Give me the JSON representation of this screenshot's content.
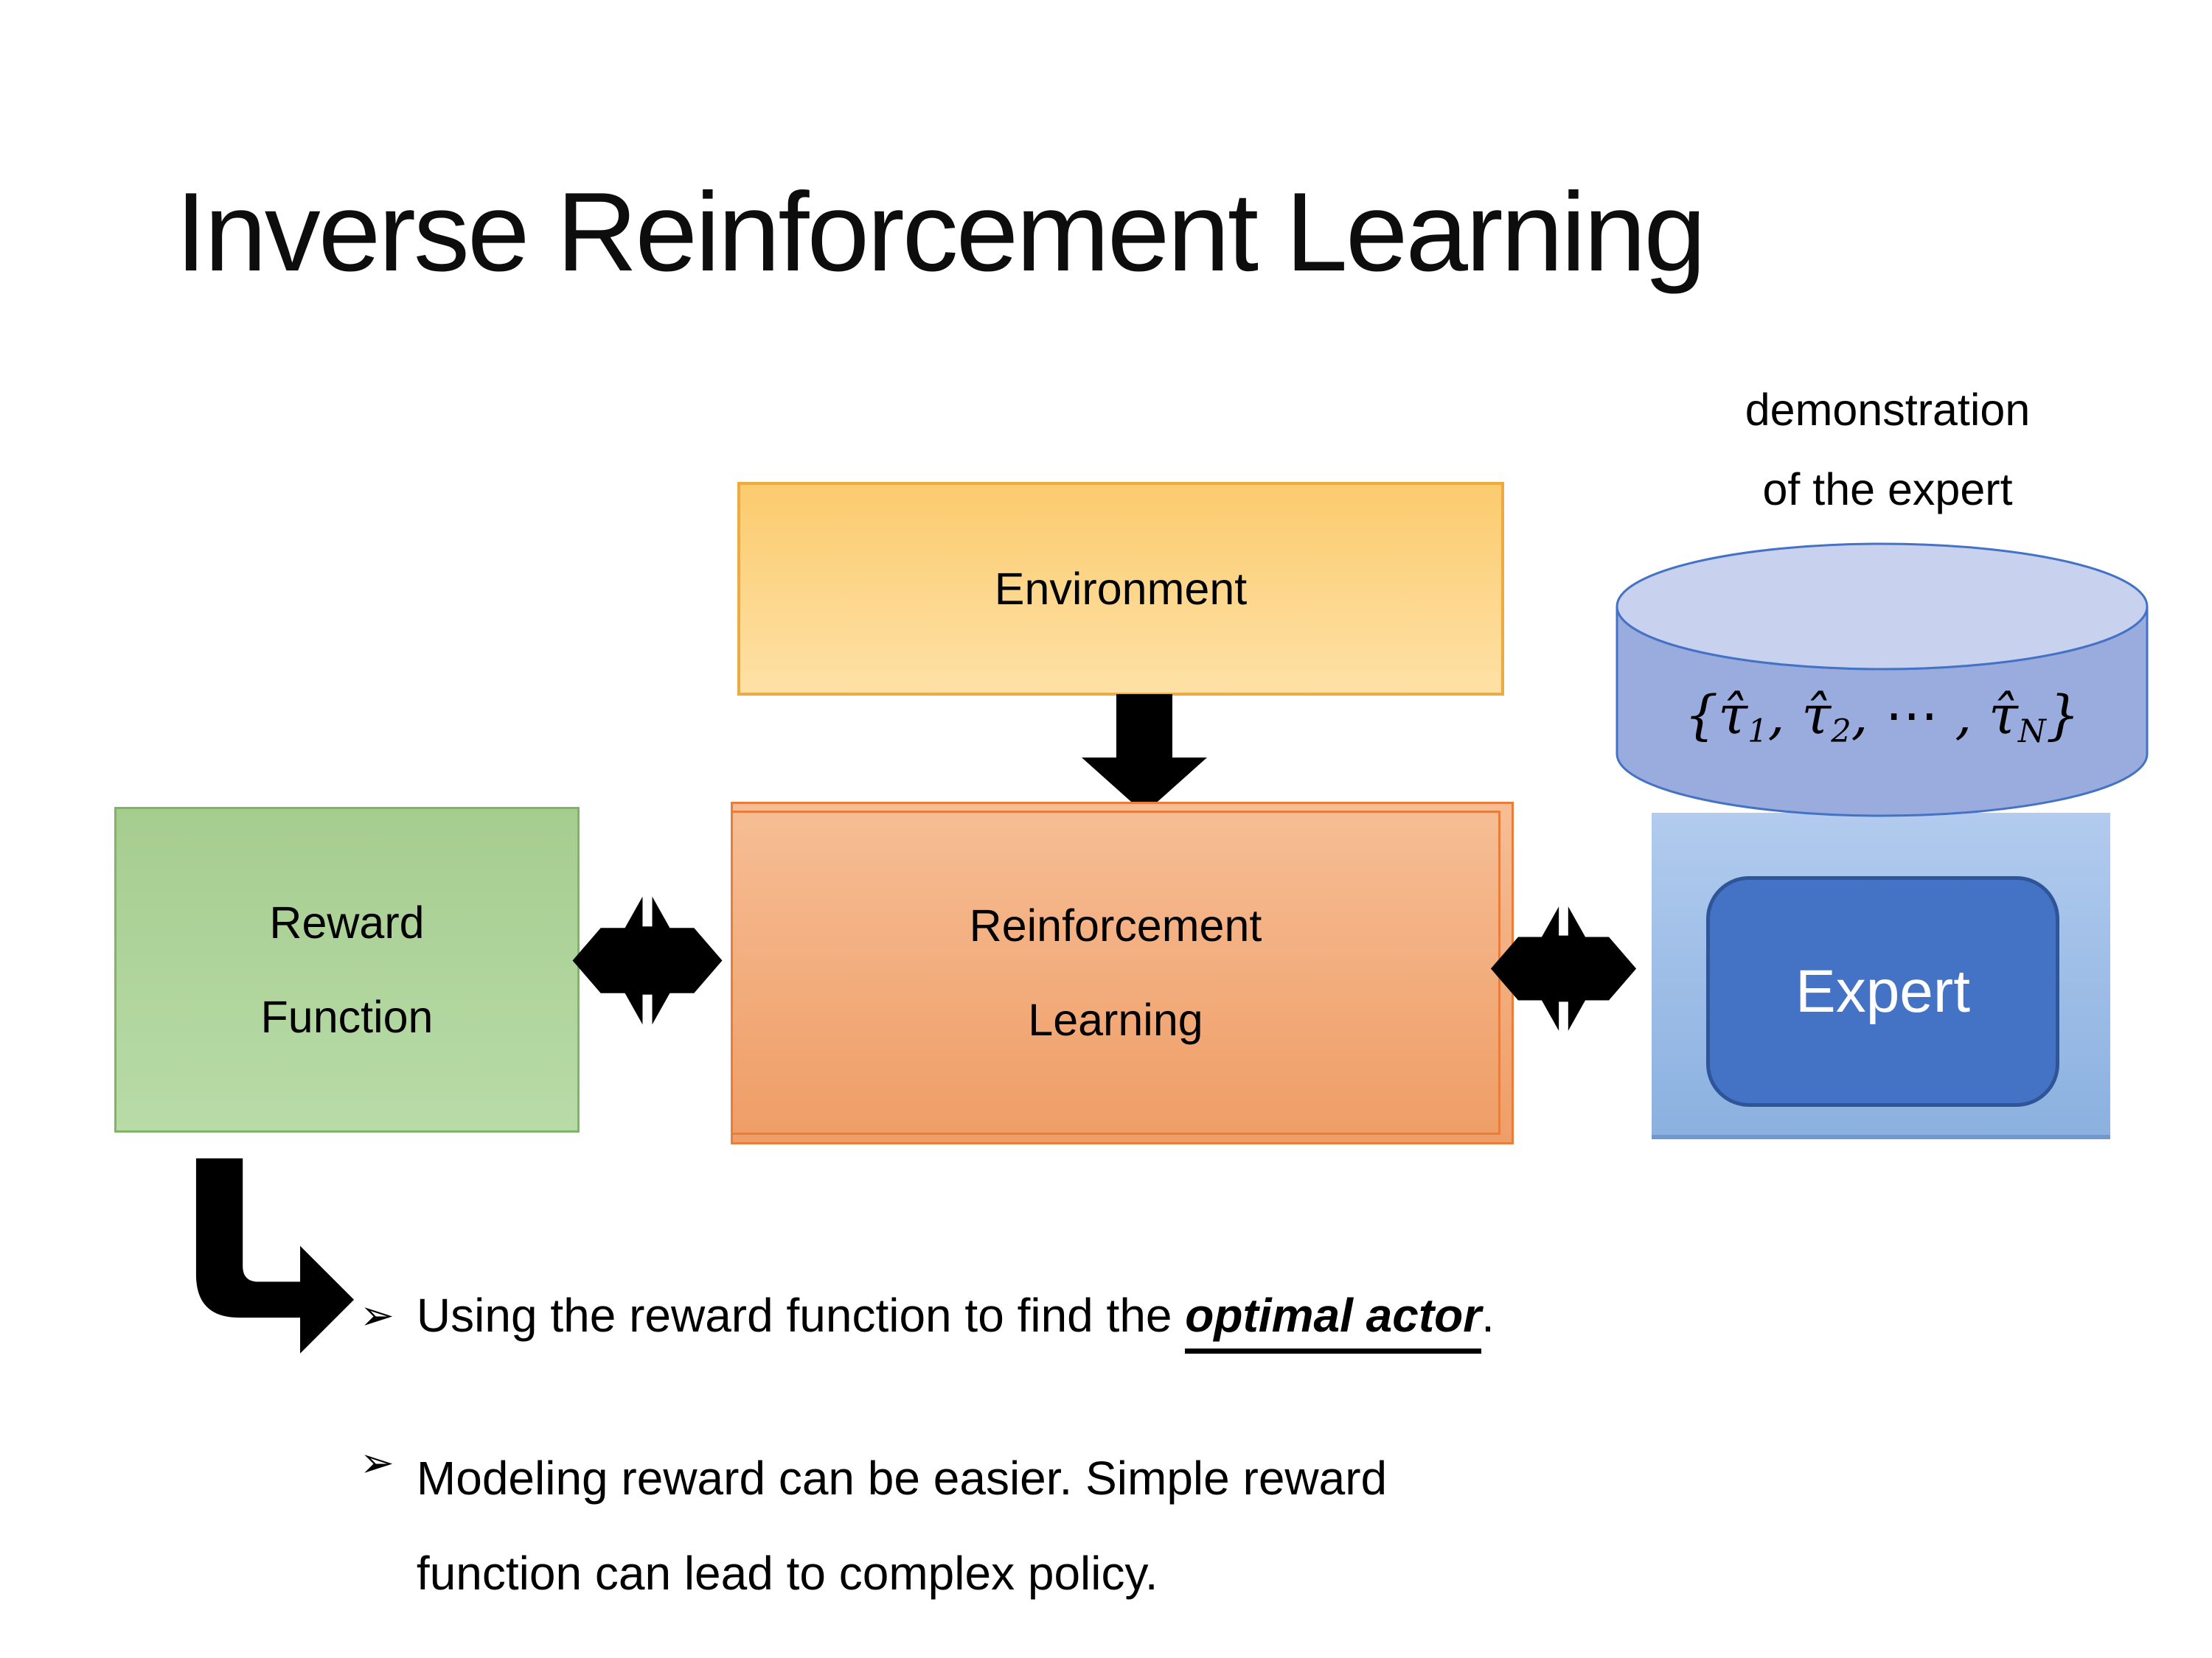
{
  "title": "Inverse Reinforcement Learning",
  "demo_label": [
    "demonstration",
    "of the expert"
  ],
  "boxes": {
    "environment": "Environment",
    "reward": [
      "Reward",
      "Function"
    ],
    "reinforcement": [
      "Reinforcement",
      "Learning"
    ],
    "expert": "Expert"
  },
  "formula": {
    "p1": "{τ̂",
    "s1": "1",
    "p2": ", τ̂",
    "s2": "2",
    "p3": ", ⋯ , τ̂",
    "s3": "N",
    "p4": "}"
  },
  "bullets": {
    "marker": "➢",
    "b1_pre": "Using the reward function to find the ",
    "b1_emphasis": "optimal actor",
    "b1_post": ".",
    "b2_lines": [
      "Modeling reward can be easier. Simple reward",
      "function can lead to complex policy."
    ]
  },
  "icons": {
    "down_arrow": "black-block-down-arrow",
    "double_arrow": "black-double-headed-exchange-arrow",
    "bent_arrow": "black-elbow-arrow-down-right",
    "cylinder": "database-cylinder"
  },
  "colors": {
    "env_top": "#FBCB6E",
    "env_bottom": "#FEE1A6",
    "env_border": "#EDAA40",
    "reward_top": "#A6CD90",
    "reward_bottom": "#B8DBA7",
    "reward_border": "#7FB564",
    "rl_top": "#F6BD94",
    "rl_bottom": "#EF9E67",
    "rl_border": "#E87D3C",
    "container_top": "#B2CBEE",
    "container_bottom": "#8BB1E0",
    "container_edge": "#7298D2",
    "cyl_body": "#9AACDE",
    "cyl_top": "#C8D2EE",
    "blue": "#4472C4",
    "blue_dark": "#2E5597",
    "ink": "#000000"
  }
}
